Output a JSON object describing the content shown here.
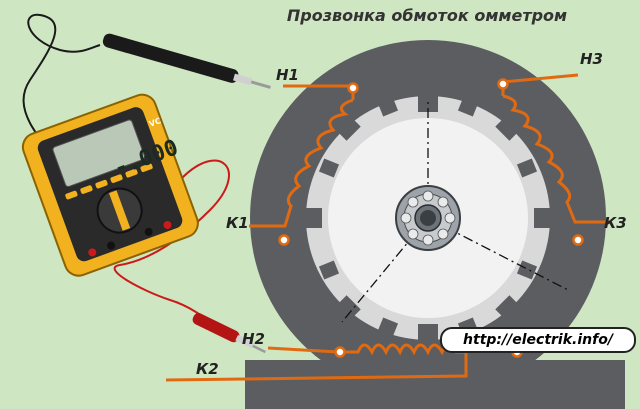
{
  "title": "Прозвонка обмоток омметром",
  "labels": {
    "h1": "Н1",
    "h2": "Н2",
    "h3": "Н3",
    "k1": "К1",
    "k2": "К2",
    "k3": "К3"
  },
  "url": "http://electrik.info/",
  "multimeter": {
    "display": "-.000",
    "brand": "VC"
  },
  "colors": {
    "background": "#cfe6c2",
    "stator": "#5c5d61",
    "rotor": "#d9d9d9",
    "winding": "#e06a12",
    "multimeter_body": "#f2b21f",
    "lead_red": "#cc1a1a",
    "lead_black": "#1a1a1a"
  },
  "icons": [
    "multimeter-icon",
    "probe-icon",
    "bearing-icon"
  ]
}
